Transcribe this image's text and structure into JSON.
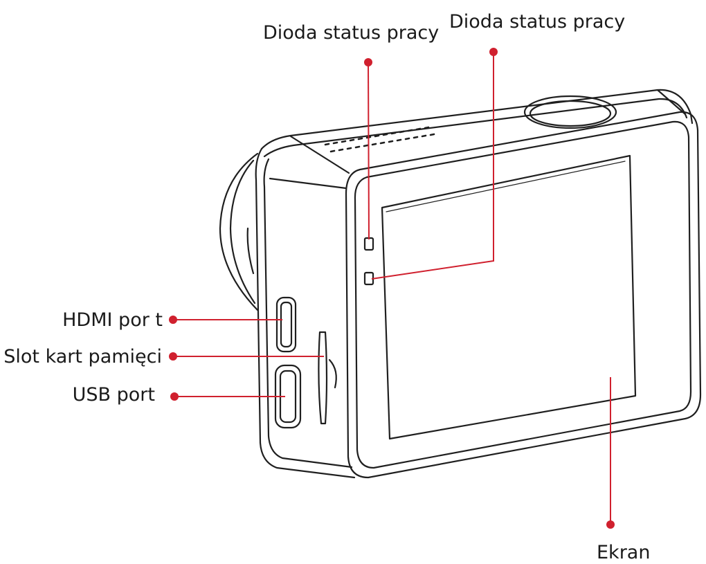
{
  "labels": {
    "led_1": "Dioda status pracy",
    "led_2": "Dioda status pracy",
    "hdmi": "HDMI por t",
    "slot": "Slot kart pamięci",
    "usb": "USB port",
    "screen": "Ekran"
  },
  "colors": {
    "callout": "#d0202e",
    "outline": "#1f1f1f",
    "text": "#1a1a1a",
    "background": "#ffffff"
  }
}
